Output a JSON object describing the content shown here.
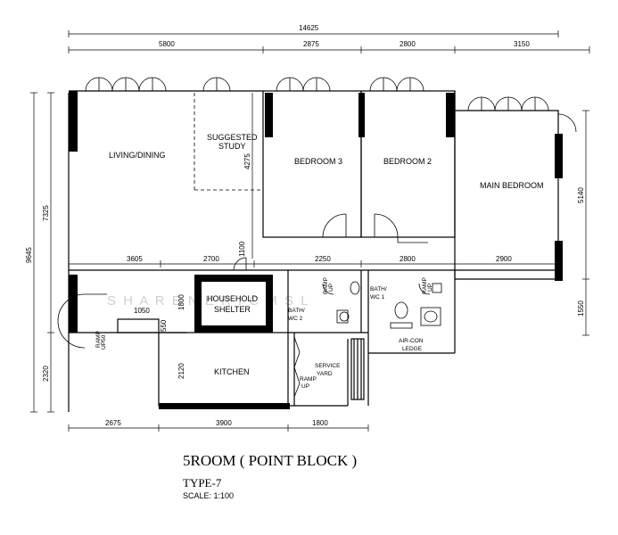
{
  "rooms": {
    "living": "LIVING/DINING",
    "study_1": "SUGGESTED",
    "study_2": "STUDY",
    "bed3": "BEDROOM 3",
    "bed2": "BEDROOM 2",
    "master": "MAIN BEDROOM",
    "shelter_1": "HOUSEHOLD",
    "shelter_2": "SHELTER",
    "kitchen": "KITCHEN",
    "yard_1": "SERVICE",
    "yard_2": "YARD",
    "bath2_1": "BATH/",
    "bath2_2": "WC 2",
    "bath1_1": "BATH/",
    "bath1_2": "WC 1",
    "aircon_1": "AIR-CON",
    "aircon_2": "LEDGE",
    "ramp": "RAMP",
    "up": "UP",
    "ramp_up50": "UP50"
  },
  "dims": {
    "overall_width": "14625",
    "top_1": "5800",
    "top_2": "2875",
    "top_3": "2800",
    "top_4": "3150",
    "mid_1": "3605",
    "mid_2": "2700",
    "mid_3": "2250",
    "mid_4": "2800",
    "mid_5": "2900",
    "bot_1": "2675",
    "bot_2": "3900",
    "bot_3": "1800",
    "left_overall": "9645",
    "left_top": "7325",
    "left_bot": "2320",
    "study_depth": "4275",
    "right_top": "5140",
    "right_bot": "1550",
    "shelter_door": "1100",
    "shelter_height": "1800",
    "lobby_width": "1050",
    "lobby_small": "550",
    "kitchen_depth": "2120"
  },
  "watermark": "S H A R E N E R I C M S L",
  "title": "5ROOM ( POINT BLOCK )",
  "type_label": "TYPE-7",
  "scale_label": "SCALE:  1:100"
}
